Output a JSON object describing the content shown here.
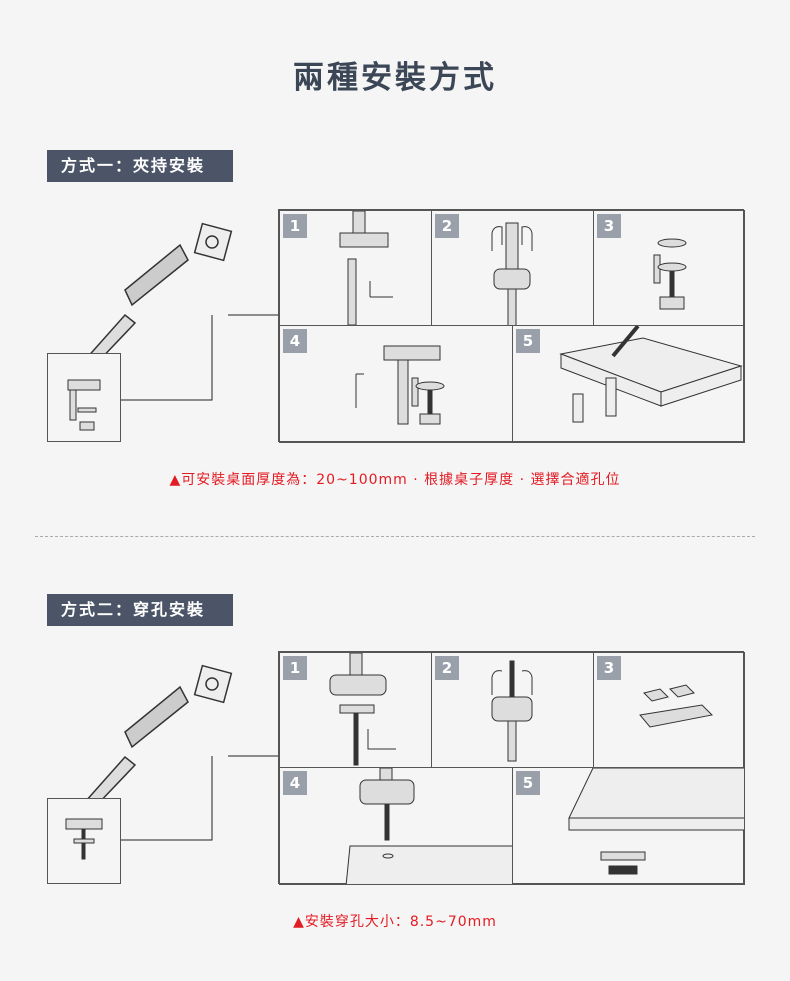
{
  "page_title": "兩種安裝方式",
  "method1": {
    "label": "方式一：夾持安裝",
    "steps": [
      "1",
      "2",
      "3",
      "4",
      "5"
    ],
    "note": "▲可安裝桌面厚度為：20~100mm · 根據桌子厚度 · 選擇合適孔位"
  },
  "method2": {
    "label": "方式二：穿孔安裝",
    "steps": [
      "1",
      "2",
      "3",
      "4",
      "5"
    ],
    "note": "▲安裝穿孔大小：8.5~70mm"
  },
  "colors": {
    "accent": "#e31b23",
    "label_bg": "#4c5568",
    "badge": "#9aa0aa"
  }
}
